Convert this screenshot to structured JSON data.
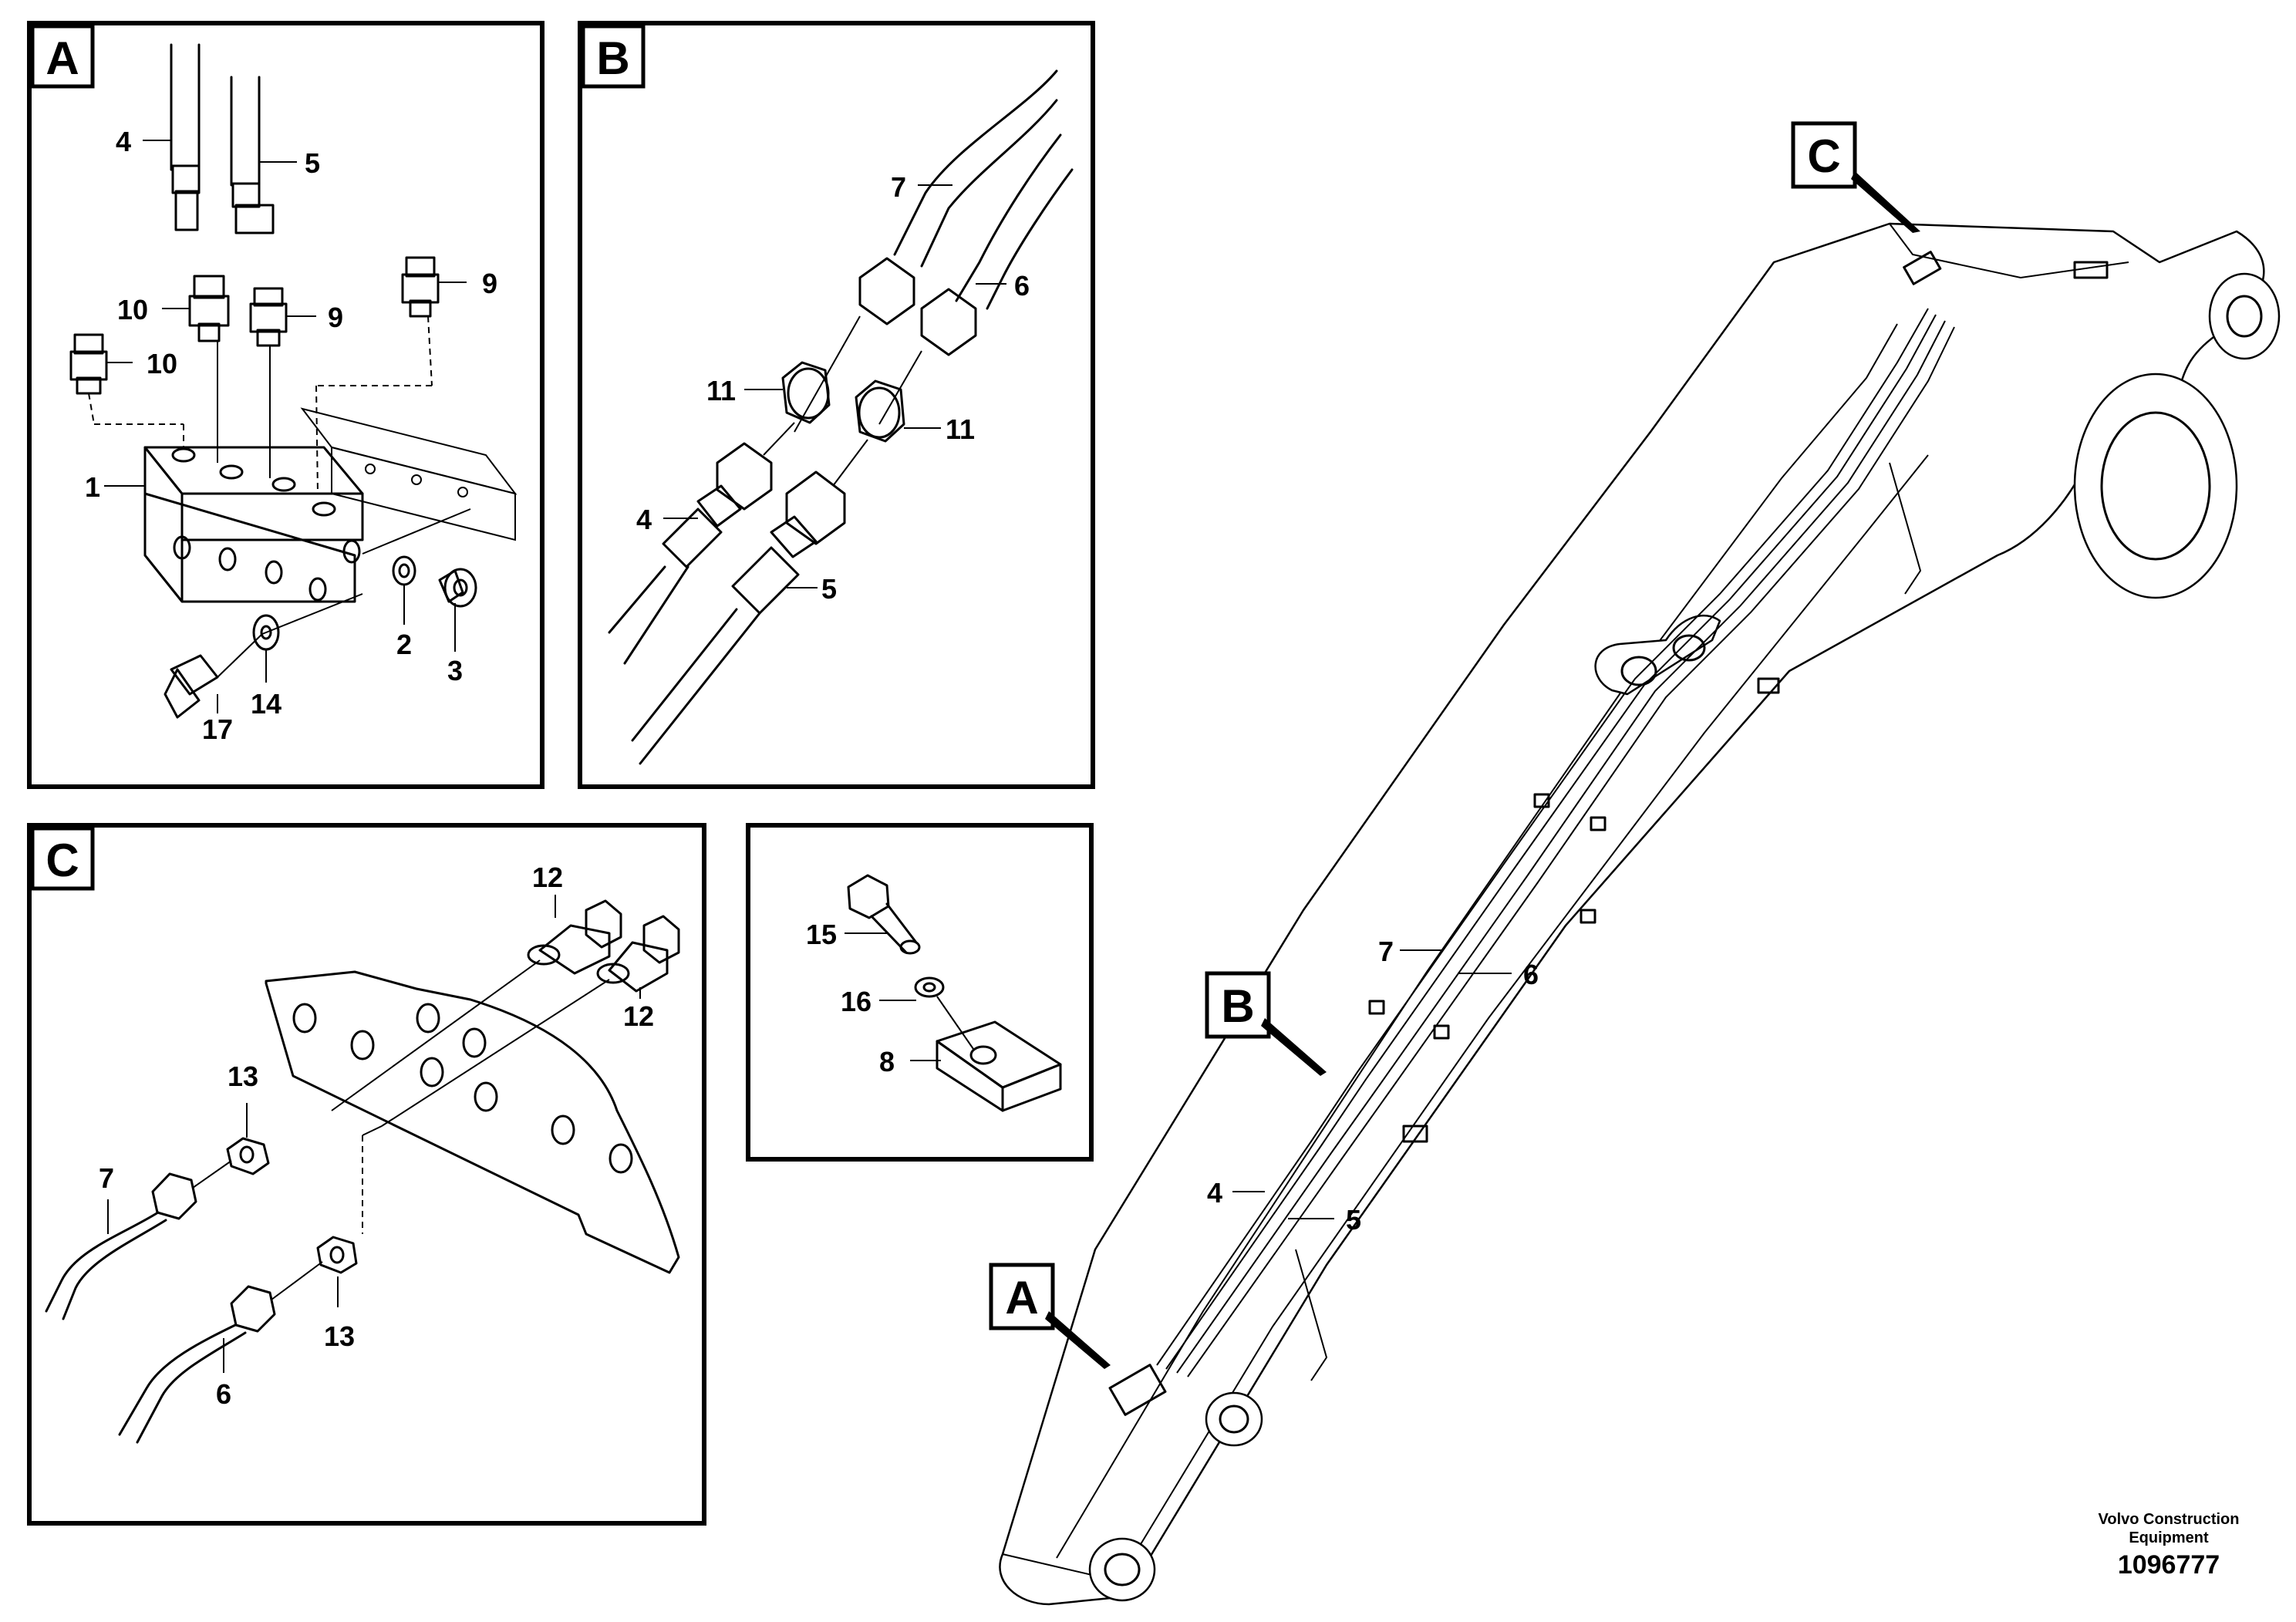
{
  "detail_tags": {
    "a": "A",
    "b": "B",
    "c": "C"
  },
  "panel_a": {
    "labels": {
      "l1": "1",
      "l2": "2",
      "l3": "3",
      "l4": "4",
      "l5": "5",
      "l9a": "9",
      "l9b": "9",
      "l10a": "10",
      "l10b": "10",
      "l14": "14",
      "l17": "17"
    }
  },
  "panel_b": {
    "labels": {
      "l4": "4",
      "l5": "5",
      "l6": "6",
      "l7": "7",
      "l11a": "11",
      "l11b": "11"
    }
  },
  "panel_c": {
    "labels": {
      "l6": "6",
      "l7": "7",
      "l12a": "12",
      "l12b": "12",
      "l13a": "13",
      "l13b": "13"
    }
  },
  "panel_clamp": {
    "labels": {
      "l8": "8",
      "l15": "15",
      "l16": "16"
    }
  },
  "main_view": {
    "tags": {
      "a": "A",
      "b": "B",
      "c": "C"
    },
    "labels": {
      "l4": "4",
      "l5": "5",
      "l6": "6",
      "l7": "7"
    }
  },
  "footer": {
    "company_line1": "Volvo Construction",
    "company_line2": "Equipment",
    "reference_number": "1096777"
  }
}
